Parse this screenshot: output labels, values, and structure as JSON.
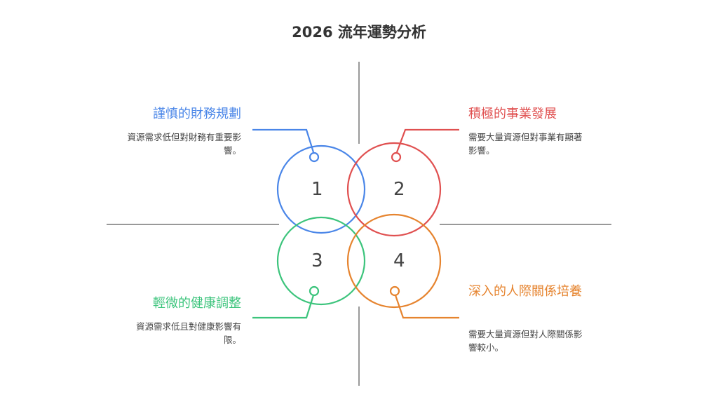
{
  "title": "2026 流年運勢分析",
  "quadrants": [
    {
      "num": "1",
      "title": "謹慎的財務規劃",
      "desc": "資源需求低但對財務有重要影響。",
      "color": "#4a86e8"
    },
    {
      "num": "2",
      "title": "積極的事業發展",
      "desc": "需要大量資源但對事業有顯著影響。",
      "color": "#e05050"
    },
    {
      "num": "3",
      "title": "輕微的健康調整",
      "desc": "資源需求低且對健康影響有限。",
      "color": "#3cc47c"
    },
    {
      "num": "4",
      "title": "深入的人際關係培養",
      "desc": "需要大量資源但對人際關係影響較小。",
      "color": "#e6842f"
    }
  ]
}
